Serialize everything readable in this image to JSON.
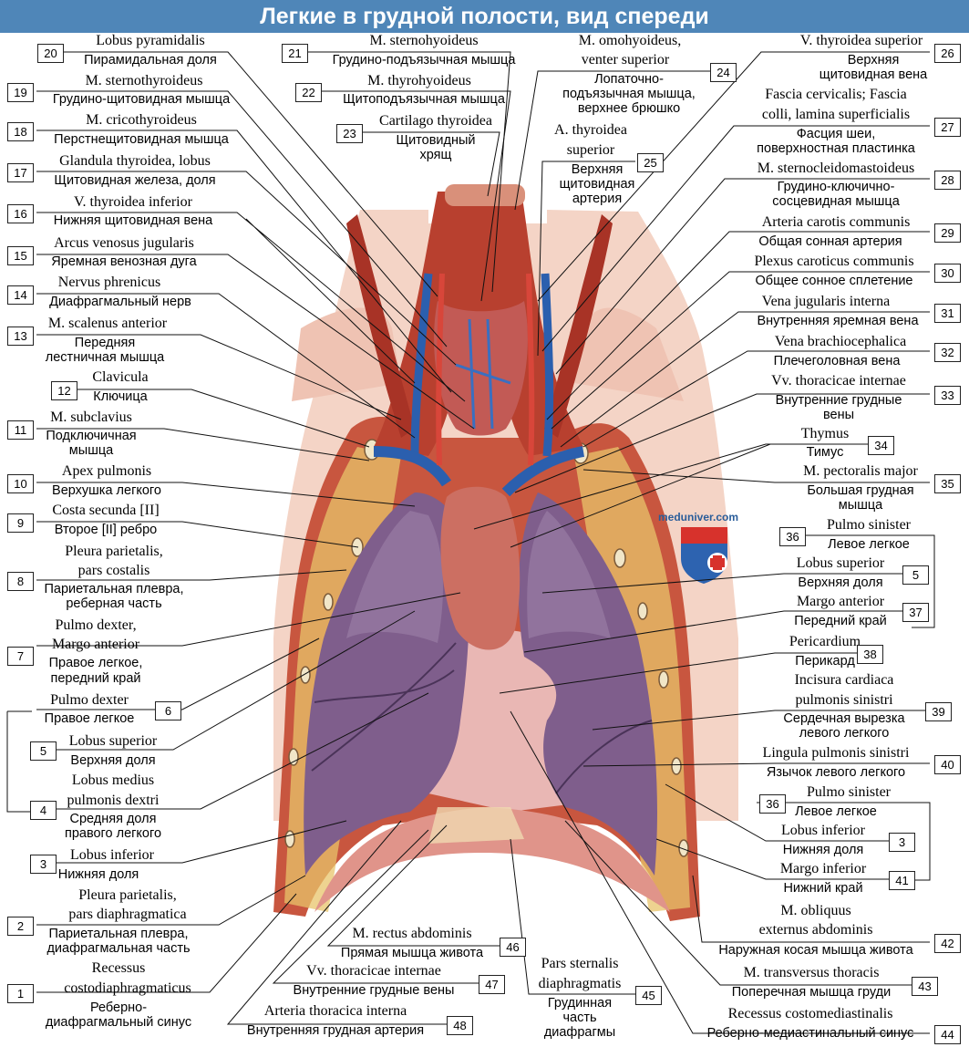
{
  "title": "Легкие в грудной полости, вид спереди",
  "site": "meduniver.com",
  "colors": {
    "title_bar": "#4f86b8",
    "lung": "#7e5c8a",
    "muscle": "#b83a2e",
    "vein": "#2b5fae",
    "skin": "#f3cfc0"
  },
  "numbers": [
    "20",
    "19",
    "18",
    "17",
    "16",
    "15",
    "14",
    "13",
    "12",
    "11",
    "10",
    "9",
    "8",
    "7",
    "6",
    "5",
    "4",
    "3",
    "2",
    "1",
    "21",
    "22",
    "23",
    "24",
    "25",
    "26",
    "27",
    "28",
    "29",
    "30",
    "31",
    "32",
    "33",
    "34",
    "35",
    "36",
    "5",
    "37",
    "38",
    "39",
    "40",
    "36",
    "3",
    "41",
    "42",
    "43",
    "44",
    "45",
    "46",
    "47",
    "48"
  ],
  "labels": {
    "l20": "Lobus pyramidalis",
    "r20": "Пирамидальная доля",
    "l19": "M. sternothyroideus",
    "r19": "Грудино-щитовидная мышца",
    "l18": "M. cricothyroideus",
    "r18": "Перстнещитовидная мышца",
    "l17": "Glandula thyroidea, lobus",
    "r17": "Щитовидная железа, доля",
    "l16": "V. thyroidea inferior",
    "r16": "Нижняя щитовидная вена",
    "l15": "Arcus venosus jugularis",
    "r15": "Яремная венозная дуга",
    "l14": "Nervus phrenicus",
    "r14": "Диафрагмальный нерв",
    "l13": "M. scalenus anterior",
    "r13a": "Передняя",
    "r13b": "лестничная мышца",
    "l12": "Clavicula",
    "r12": "Ключица",
    "l11": "M. subclavius",
    "r11a": "Подключичная",
    "r11b": "мышца",
    "l10": "Apex pulmonis",
    "r10": "Верхушка легкого",
    "l9": "Costa secunda [II]",
    "r9": "Второе [II] ребро",
    "l8a": "Pleura parietalis,",
    "l8b": "pars costalis",
    "r8a": "Париетальная плевра,",
    "r8b": "реберная часть",
    "l7a": "Pulmo dexter,",
    "l7b": "Margo anterior",
    "r7a": "Правое легкое,",
    "r7b": "передний край",
    "l6": "Pulmo dexter",
    "r6": "Правое легкое",
    "l5": "Lobus superior",
    "r5": "Верхняя доля",
    "l4a": "Lobus medius",
    "l4b": "pulmonis dextri",
    "r4a": "Средняя доля",
    "r4b": "правого легкого",
    "l3": "Lobus inferior",
    "r3": "Нижняя доля",
    "l2a": "Pleura parietalis,",
    "l2b": "pars diaphragmatica",
    "r2a": "Париетальная плевра,",
    "r2b": "диафрагмальная часть",
    "l1a": "Recessus",
    "l1b": "costodiaphragmaticus",
    "r1a": "Реберно-",
    "r1b": "диафрагмальный синус",
    "l21": "M. sternohyoideus",
    "r21": "Грудино-подъязычная мышца",
    "l22": "M. thyrohyoideus",
    "r22": "Щитоподъязычная мышца",
    "l23": "Cartilago thyroidea",
    "r23a": "Щитовидный",
    "r23b": "хрящ",
    "l24a": "M. omohyoideus,",
    "l24b": "venter superior",
    "r24a": "Лопаточно-",
    "r24b": "подъязычная мышца,",
    "r24c": "верхнее брюшко",
    "l25a": "A. thyroidea",
    "l25b": "superior",
    "r25a": "Верхняя",
    "r25b": "щитовидная",
    "r25c": "артерия",
    "l26": "V. thyroidea superior",
    "r26a": "Верхняя",
    "r26b": "щитовидная вена",
    "l27a": "Fascia cervicalis; Fascia",
    "l27b": "colli, lamina superficialis",
    "r27a": "Фасция шеи,",
    "r27b": "поверхностная пластинка",
    "l28": "M. sternocleidomastoideus",
    "r28a": "Грудино-ключично-",
    "r28b": "сосцевидная мышца",
    "l29": "Arteria carotis communis",
    "r29": "Общая сонная артерия",
    "l30": "Plexus caroticus communis",
    "r30": "Общее сонное сплетение",
    "l31": "Vena jugularis interna",
    "r31": "Внутренняя яремная вена",
    "l32": "Vena brachiocephalica",
    "r32": "Плечеголовная вена",
    "l33": "Vv. thoracicae internae",
    "r33a": "Внутренние грудные",
    "r33b": "вены",
    "l34": "Thymus",
    "r34": "Тимус",
    "l35": "M. pectoralis major",
    "r35a": "Большая грудная",
    "r35b": "мышца",
    "l36": "Pulmo sinister",
    "r36": "Левое легкое",
    "l5s": "Lobus superior",
    "r5s": "Верхняя доля",
    "l37": "Margo anterior",
    "r37": "Передний край",
    "l38": "Pericardium",
    "r38": "Перикард",
    "l39a": "Incisura cardiaca",
    "l39b": "pulmonis sinistri",
    "r39a": "Сердечная вырезка",
    "r39b": "левого легкого",
    "l40": "Lingula pulmonis sinistri",
    "r40": "Язычок левого легкого",
    "l36b": "Pulmo sinister",
    "r36b": "Левое легкое",
    "l3s": "Lobus inferior",
    "r3s": "Нижняя доля",
    "l41": "Margo inferior",
    "r41": "Нижний край",
    "l42a": "M. obliquus",
    "l42b": "externus abdominis",
    "r42": "Наружная косая мышца живота",
    "l43": "M. transversus thoracis",
    "r43": "Поперечная мышца груди",
    "l44": "Recessus costomediastinalis",
    "r44": "Реберно-медиастинальный синус",
    "l45a": "Pars sternalis",
    "l45b": "diaphragmatis",
    "r45a": "Грудинная",
    "r45b": "часть",
    "r45c": "диафрагмы",
    "l46": "M. rectus abdominis",
    "r46": "Прямая мышца живота",
    "l47": "Vv. thoracicae internae",
    "r47": "Внутренние грудные вены",
    "l48": "Arteria thoracica interna",
    "r48": "Внутренняя грудная артерия"
  }
}
